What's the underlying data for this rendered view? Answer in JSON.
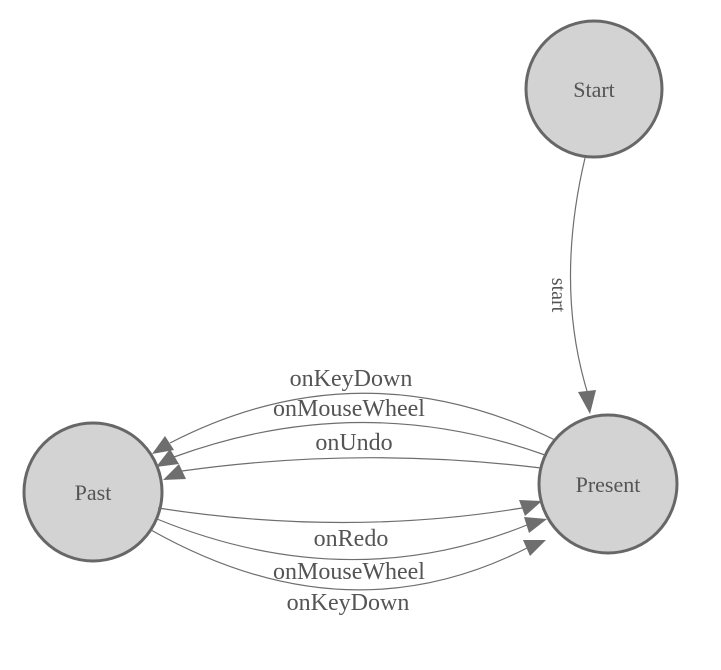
{
  "diagram": {
    "type": "state-machine",
    "states": [
      "Start",
      "Past",
      "Present"
    ],
    "colors": {
      "background": "#ffffff",
      "node-fill": "#d3d3d3",
      "node-stroke": "#676767",
      "edge": "#6e6e6e",
      "text": "#545454"
    }
  },
  "nodes": {
    "start": {
      "label": "Start"
    },
    "past": {
      "label": "Past"
    },
    "present": {
      "label": "Present"
    }
  },
  "edges": {
    "start": {
      "label": "start",
      "from": "Start",
      "to": "Present"
    },
    "present_to_past": [
      {
        "label": "onKeyDown",
        "from": "Present",
        "to": "Past"
      },
      {
        "label": "onMouseWheel",
        "from": "Present",
        "to": "Past"
      },
      {
        "label": "onUndo",
        "from": "Present",
        "to": "Past"
      }
    ],
    "past_to_present": [
      {
        "label": "onRedo",
        "from": "Past",
        "to": "Present"
      },
      {
        "label": "onMouseWheel",
        "from": "Past",
        "to": "Present"
      },
      {
        "label": "onKeyDown",
        "from": "Past",
        "to": "Present"
      }
    ]
  }
}
